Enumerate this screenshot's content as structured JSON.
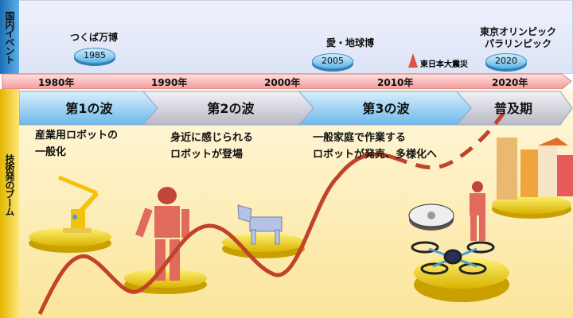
{
  "sidebar": {
    "events_label": "国内イベント",
    "tech_label": "技術発のブーム"
  },
  "events": [
    {
      "title": "つくば万博",
      "year": "1985"
    },
    {
      "title": "愛・地球博",
      "year": "2005"
    },
    {
      "title": "東京オリンピック\nパラリンピック",
      "year": "2020"
    }
  ],
  "disaster": {
    "label": "東日本大震災",
    "icon": "warning-triangle-icon"
  },
  "timeline": [
    "1980年",
    "1990年",
    "2000年",
    "2010年",
    "2020年"
  ],
  "waves": [
    {
      "label": "第1の波",
      "desc_line1": "産業用ロボットの",
      "desc_line2": "一般化"
    },
    {
      "label": "第2の波",
      "desc_line1": "身近に感じられる",
      "desc_line2": "ロボットが登場"
    },
    {
      "label": "第3の波",
      "desc_line1": "一般家庭で作業する",
      "desc_line2": "ロボットが発売、多様化へ"
    },
    {
      "label": "普及期"
    }
  ],
  "colors": {
    "curve": "#c0432a",
    "blue_chevron": "#7cc0ee",
    "grey_chevron": "#c9c9d3",
    "timeline": "#f6b4b4"
  }
}
